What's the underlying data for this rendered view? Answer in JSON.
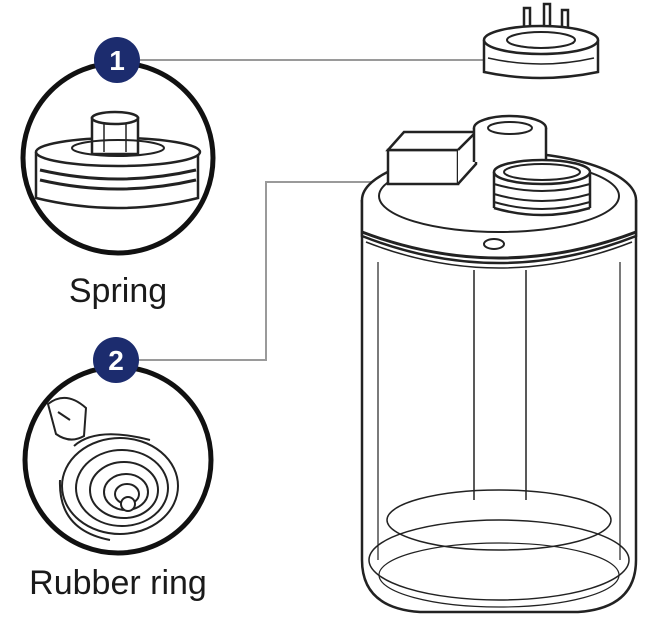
{
  "callouts": [
    {
      "number": "1",
      "label": "Spring"
    },
    {
      "number": "2",
      "label": "Rubber ring"
    }
  ],
  "colors": {
    "badge": "#1c2c6e",
    "line": "#333333",
    "leader": "#9a9a9a"
  }
}
